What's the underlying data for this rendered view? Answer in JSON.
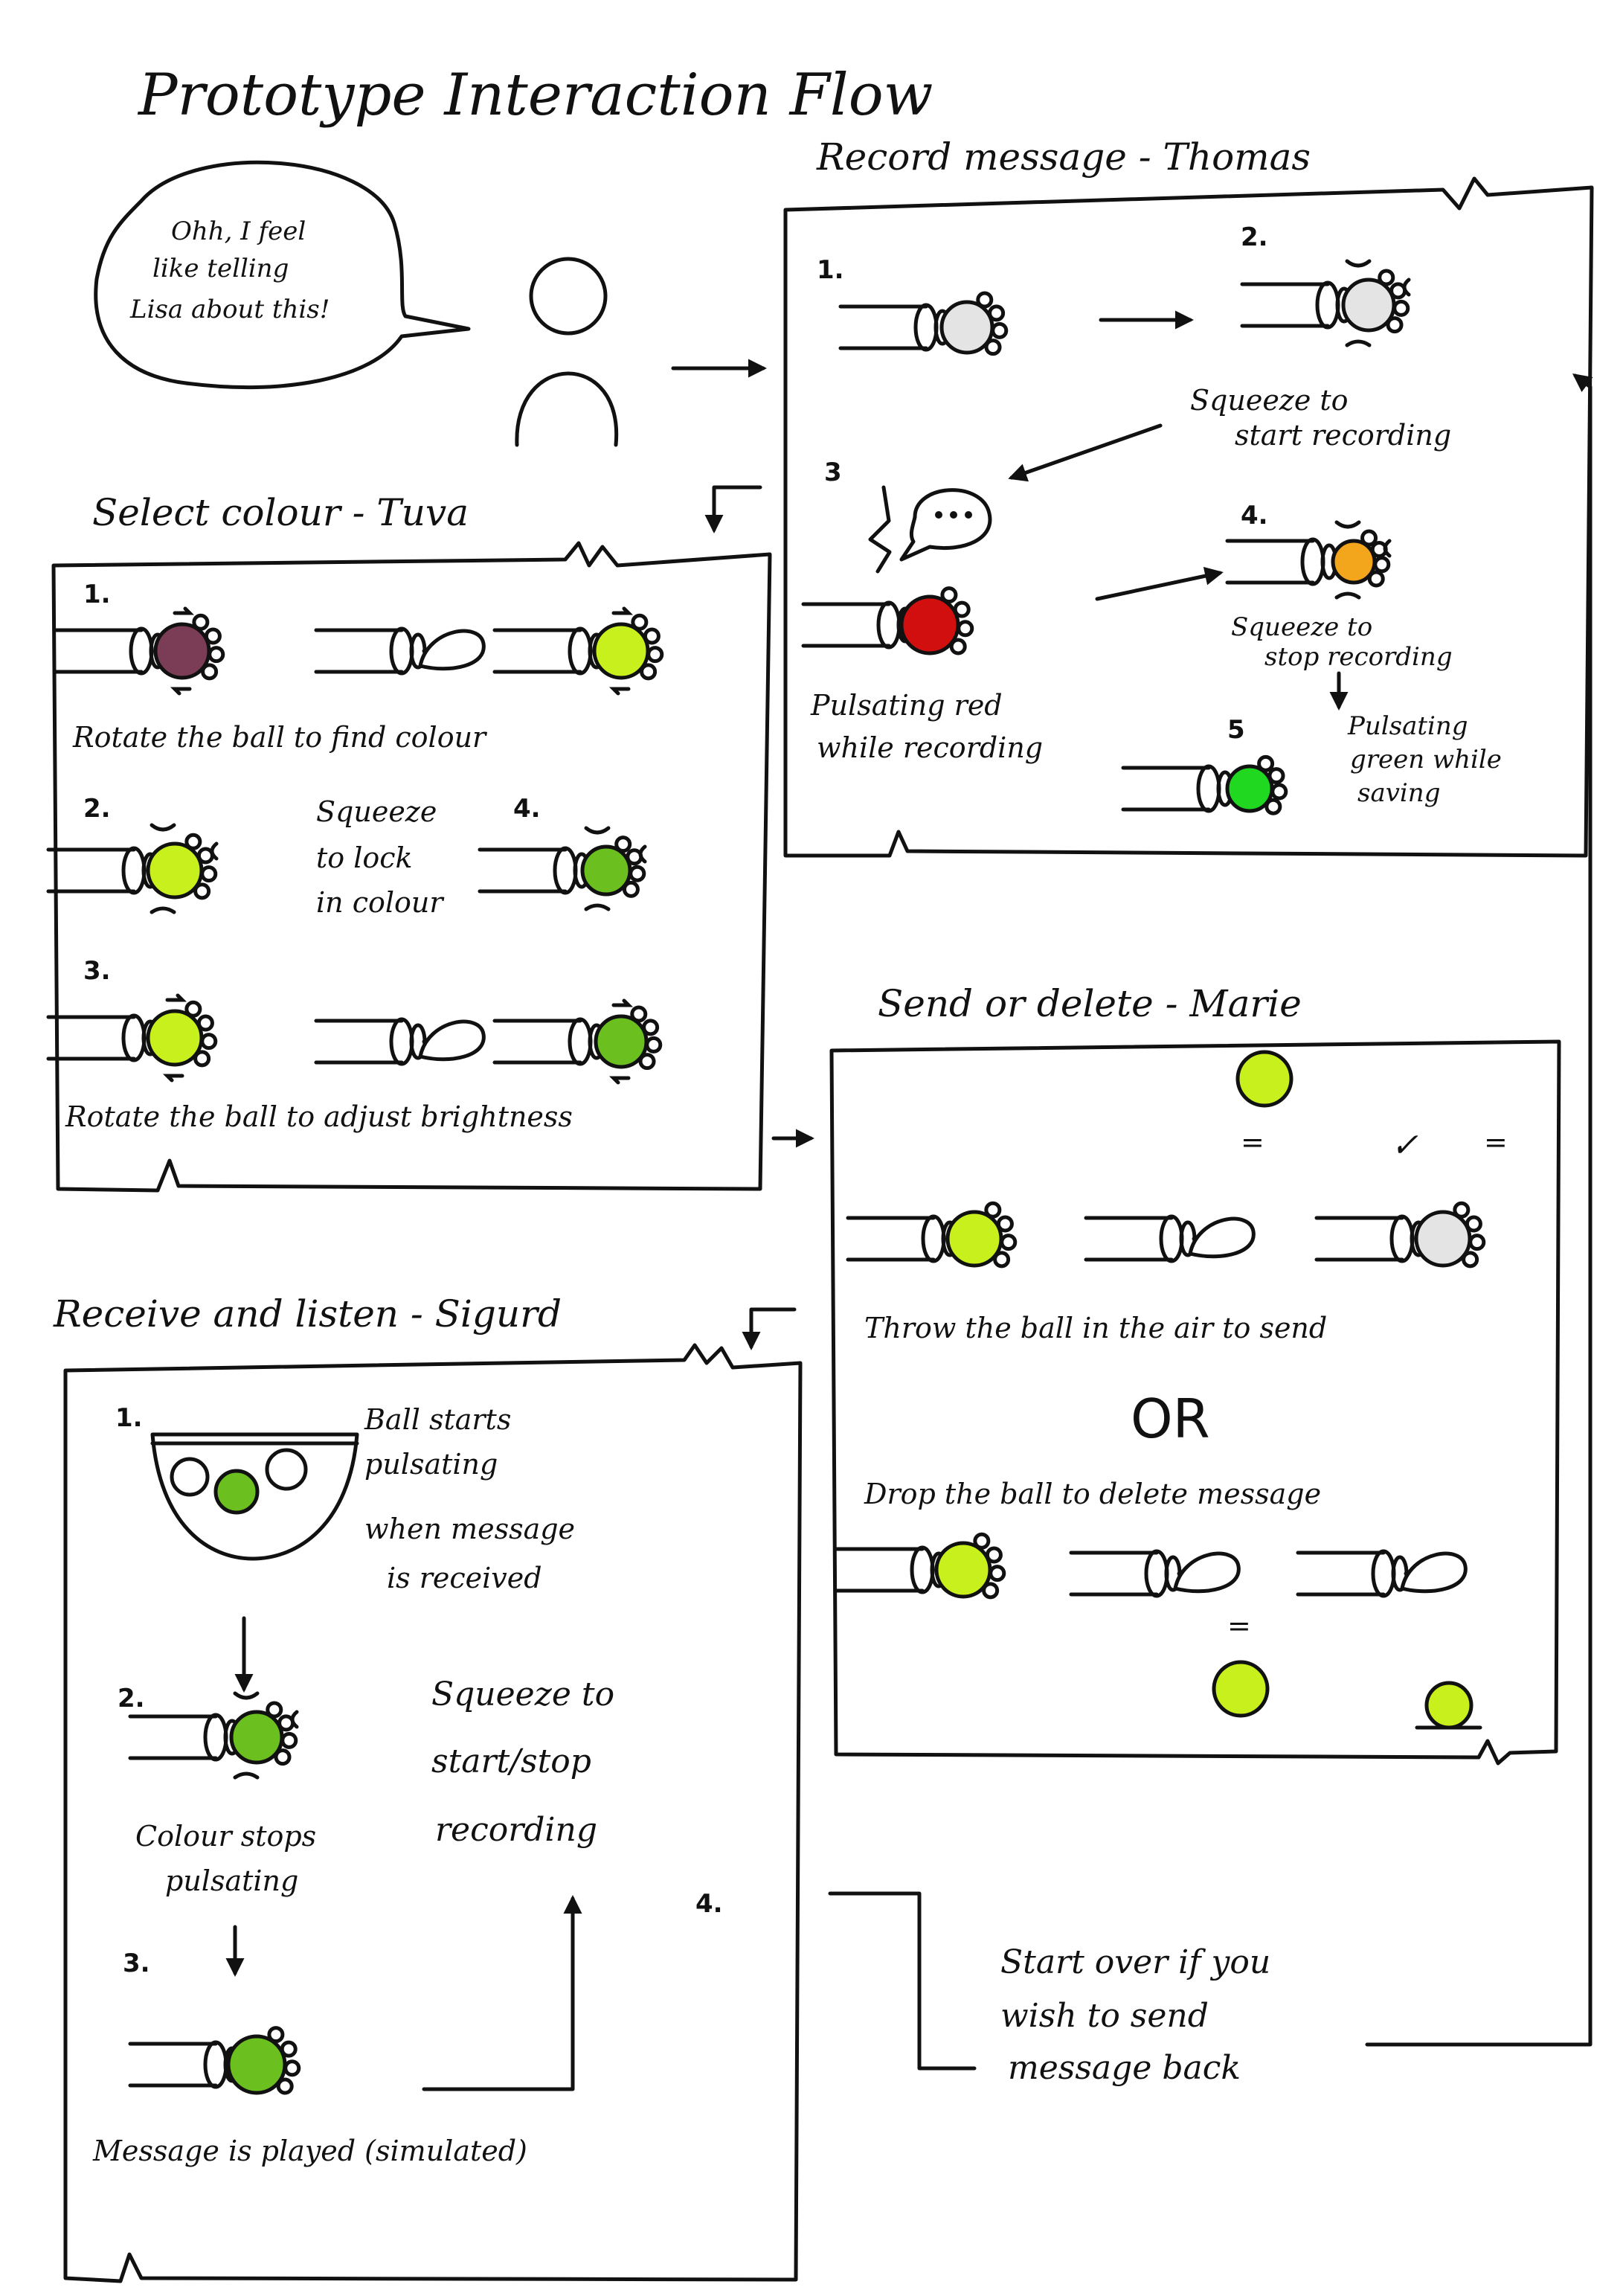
{
  "title": "Prototype Interaction Flow",
  "speech_bubble": [
    "Ohh, I feel",
    "like telling",
    "Lisa about this!"
  ],
  "record": {
    "heading": "Record message - Thomas",
    "steps": [
      "1.",
      "2.",
      "3",
      "4.",
      "5"
    ],
    "captions": {
      "squeeze_start": [
        "Squeeze to",
        "start recording"
      ],
      "pulsating_red": [
        "Pulsating red",
        "while recording"
      ],
      "squeeze_stop": [
        "Squeeze to",
        "stop recording"
      ],
      "pulsating_green": [
        "Pulsating",
        "green while",
        "saving"
      ]
    }
  },
  "select": {
    "heading": "Select colour - Tuva",
    "steps": [
      "1.",
      "2.",
      "4.",
      "3."
    ],
    "captions": {
      "rotate_find": "Rotate the ball to find colour",
      "squeeze_lock": [
        "Squeeze",
        "to lock",
        "in colour"
      ],
      "rotate_adjust": "Rotate the ball to adjust brightness"
    }
  },
  "send": {
    "heading": "Send or delete - Marie",
    "throw": "Throw the ball in the air to send",
    "or": "OR",
    "drop": "Drop the ball to delete message",
    "equals": "=",
    "check": "✓"
  },
  "receive": {
    "heading": "Receive and listen - Sigurd",
    "steps": [
      "1.",
      "2.",
      "3.",
      "4."
    ],
    "captions": {
      "ball_starts": [
        "Ball starts",
        "pulsating",
        "when message",
        "is received"
      ],
      "squeeze_rec": [
        "Squeeze to",
        "start/stop",
        "recording"
      ],
      "colour_stops": [
        "Colour stops",
        "pulsating"
      ],
      "played": "Message is played (simulated)"
    }
  },
  "start_over": [
    "Start over if you",
    "wish to send",
    "message back"
  ],
  "colors": {
    "outline": "#111111",
    "plum": "#7a3d55",
    "lime": "#c8f01c",
    "green": "#6bbf1e",
    "bright_green": "#1fd81f",
    "red": "#d10f0f",
    "orange": "#f3a51b",
    "grey": "#e4e4e4",
    "blue_hint": "#5aa7e6"
  }
}
